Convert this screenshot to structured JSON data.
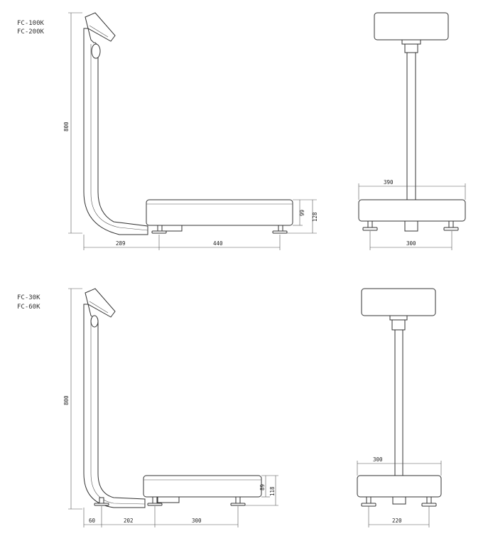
{
  "drawings": [
    {
      "models": [
        "FC-100K",
        "FC-200K"
      ],
      "side_dims": {
        "height": "800",
        "platform_height": "99",
        "total_height": "128",
        "offset": "289",
        "length": "440"
      },
      "front_dims": {
        "width": "390",
        "foot_span": "300"
      }
    },
    {
      "models": [
        "FC-30K",
        "FC-60K"
      ],
      "side_dims": {
        "height": "800",
        "platform_height": "89",
        "total_height": "118",
        "foot_offset": "60",
        "offset": "202",
        "length": "300"
      },
      "front_dims": {
        "width": "300",
        "foot_span": "220"
      }
    }
  ]
}
